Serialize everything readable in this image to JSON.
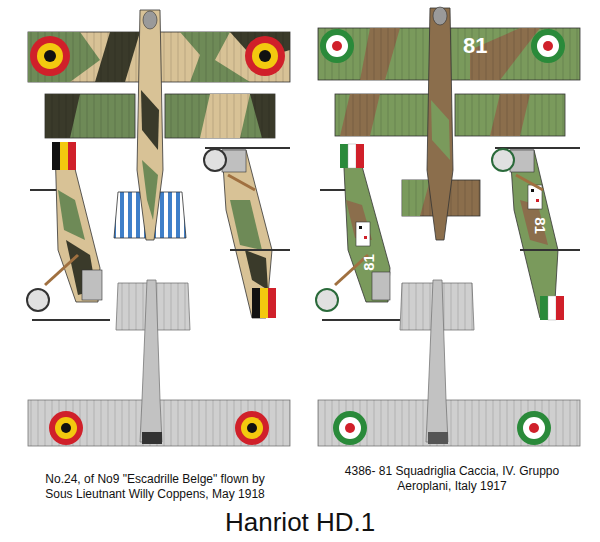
{
  "diagram": {
    "title": "Hanriot HD.1",
    "labels": [
      "No.24, of No9 \"Escadrille Belge\" flown by Sous Lieutnant Willy Coppens, May 1918",
      "4386- 81 Squadriglia Caccia, IV. Gruppo Aeroplani, Italy 1917",
      "81",
      "81",
      "81"
    ]
  }
}
